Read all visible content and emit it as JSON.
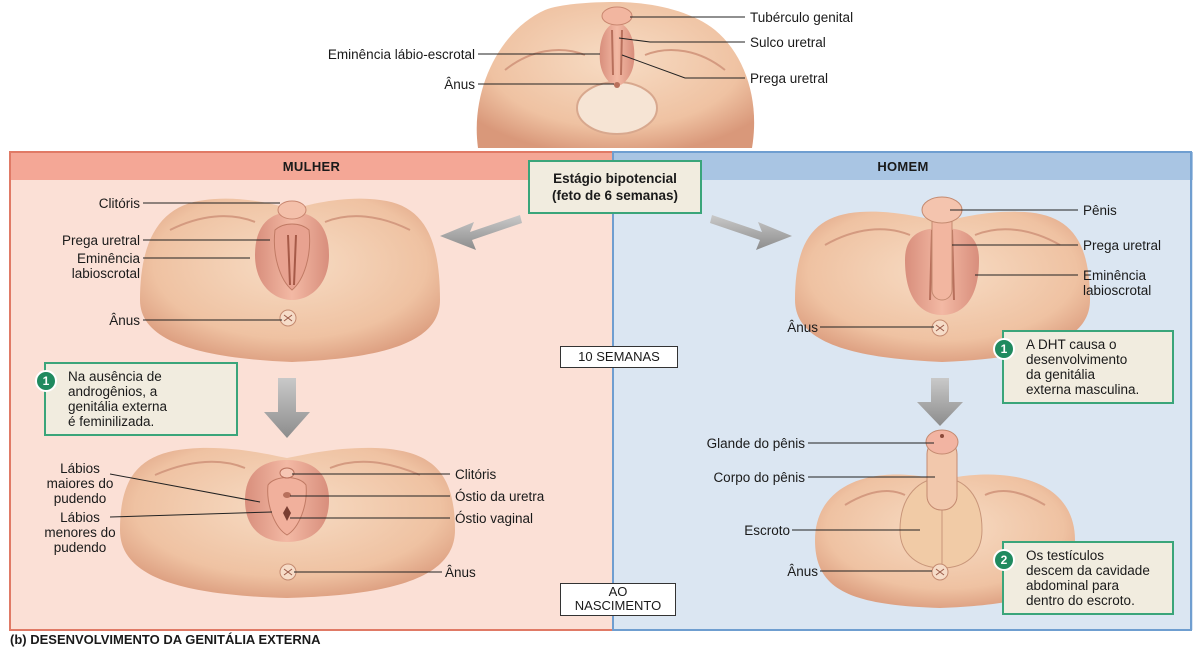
{
  "caption": "(b) DESENVOLVIMENTO DA GENITÁLIA EXTERNA",
  "panels": {
    "female_title": "MULHER",
    "male_title": "HOMEM"
  },
  "bipotential": {
    "line1": "Estágio bipotencial",
    "line2": "(feto de 6 semanas)"
  },
  "stages": {
    "weeks10": "10 SEMANAS",
    "birth_line1": "AO",
    "birth_line2": "NASCIMENTO"
  },
  "top_labels": {
    "genital_tubercle": "Tubérculo genital",
    "urethral_groove": "Sulco uretral",
    "urethral_fold": "Prega uretral",
    "labioscrotal_eminence": "Eminência lábio-escrotal",
    "anus": "Ânus"
  },
  "female_10w_labels": {
    "clitoris": "Clitóris",
    "urethral_fold": "Prega uretral",
    "labioscrotal_1": "Eminência",
    "labioscrotal_2": "labioscrotal",
    "anus": "Ânus"
  },
  "female_birth_labels": {
    "labia_majora_1": "Lábios",
    "labia_majora_2": "maiores do",
    "labia_majora_3": "pudendo",
    "labia_minora_1": "Lábios",
    "labia_minora_2": "menores do",
    "labia_minora_3": "pudendo",
    "clitoris": "Clitóris",
    "urethral_orifice": "Óstio da uretra",
    "vaginal_orifice": "Óstio vaginal",
    "anus": "Ânus"
  },
  "male_10w_labels": {
    "penis": "Pênis",
    "urethral_fold": "Prega uretral",
    "labioscrotal_1": "Eminência",
    "labioscrotal_2": "labioscrotal",
    "anus": "Ânus"
  },
  "male_birth_labels": {
    "glans": "Glande do pênis",
    "shaft": "Corpo do pênis",
    "scrotum": "Escroto",
    "anus": "Ânus"
  },
  "notes": {
    "female": {
      "num": "1",
      "l1": "Na ausência de",
      "l2": "androgênios, a",
      "l3": "genitália externa",
      "l4": "é feminilizada."
    },
    "male1": {
      "num": "1",
      "l1": "A DHT causa o",
      "l2": "desenvolvimento",
      "l3": "da genitália",
      "l4": "externa masculina."
    },
    "male2": {
      "num": "2",
      "l1": "Os testículos",
      "l2": "descem da cavidade",
      "l3": "abdominal para",
      "l4": "dentro do escroto."
    }
  },
  "colors": {
    "female_bg": "#fbe0d6",
    "female_header": "#f4a796",
    "female_border": "#e07a66",
    "male_bg": "#dbe6f2",
    "male_header": "#a9c5e3",
    "male_border": "#6f9ed0",
    "skin": "#f2c8a8",
    "skin_shade": "#d89a80",
    "note_border": "#3aa57a"
  }
}
